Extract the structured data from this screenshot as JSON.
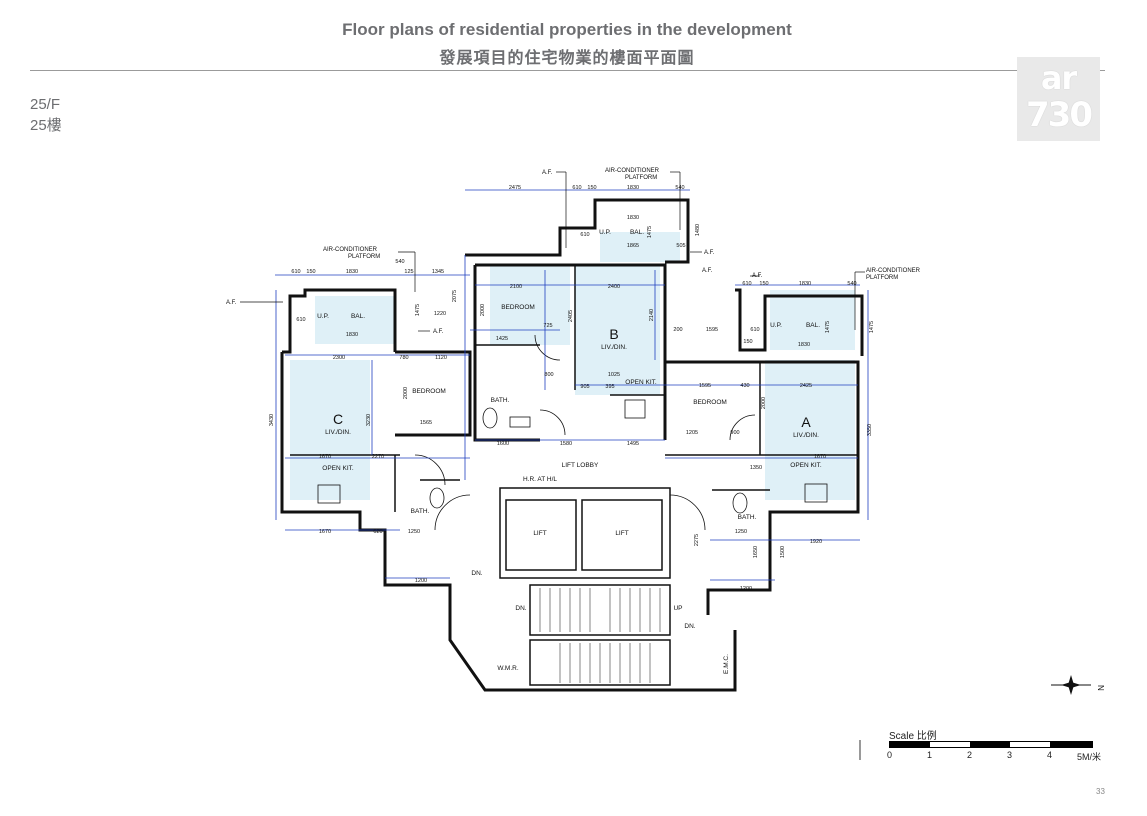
{
  "header": {
    "title_en": "Floor plans of residential properties in the development",
    "title_zh": "發展項目的住宅物業的樓面平面圖"
  },
  "floor": {
    "label_en": "25/F",
    "label_zh": "25樓"
  },
  "logo": {
    "line1": "ar",
    "line2": "730"
  },
  "plan": {
    "units": {
      "a": "A",
      "b": "B",
      "c": "C"
    },
    "rooms": {
      "liv_din": "LIV./DIN.",
      "open_kit": "OPEN KIT.",
      "bedroom": "BEDROOM",
      "bath": "BATH.",
      "bal": "BAL.",
      "up": "U.P.",
      "lift": "LIFT",
      "lift_lobby": "LIFT LOBBY",
      "hr": "H.R. AT H/L",
      "dn": "DN.",
      "upstair": "UP",
      "wmr": "W.M.R.",
      "emc": "E.M.C."
    },
    "annotations": {
      "af": "A.F.",
      "acp1": "AIR-CONDITIONER",
      "acp2": "PLATFORM"
    },
    "dims": {
      "d2475": "2475",
      "d610": "610",
      "d150": "150",
      "d1830": "1830",
      "d540": "540",
      "d1345": "1345",
      "d125": "125",
      "d2100": "2100",
      "d2400": "2400",
      "d1425": "1425",
      "d725": "725",
      "d800": "800",
      "d2300": "2300",
      "d780": "780",
      "d1120": "1120",
      "d1565": "1565",
      "d1600": "1600",
      "d1580": "1580",
      "d1495": "1495",
      "d1670": "1670",
      "d2270": "2270",
      "d620": "620",
      "d1250": "1250",
      "d1200": "1200",
      "d1595": "1595",
      "d2425": "2425",
      "d1205": "1205",
      "d900": "900",
      "d1350": "1350",
      "d1920": "1920",
      "d3430": "3430",
      "d3230": "3230",
      "d3350": "3350",
      "d2000": "2000",
      "d1025": "1025",
      "d905": "905",
      "d395": "395",
      "d430": "430",
      "d200": "200",
      "d1865": "1865",
      "d505": "505",
      "d1480": "1480",
      "d1475": "1475",
      "d2075": "2075",
      "d1220": "1220",
      "d2140": "2140",
      "d2405": "2405",
      "d2275": "2275",
      "d1650": "1650",
      "d1500": "1500"
    }
  },
  "scale": {
    "label": "Scale 比例",
    "ticks": [
      "0",
      "1",
      "2",
      "3",
      "4",
      "5M/米"
    ]
  },
  "compass": {
    "north": "N"
  },
  "page_number": "33",
  "colors": {
    "room_fill": "#dff0f7",
    "dim_line": "#1f3fbf",
    "wall": "#111111"
  }
}
